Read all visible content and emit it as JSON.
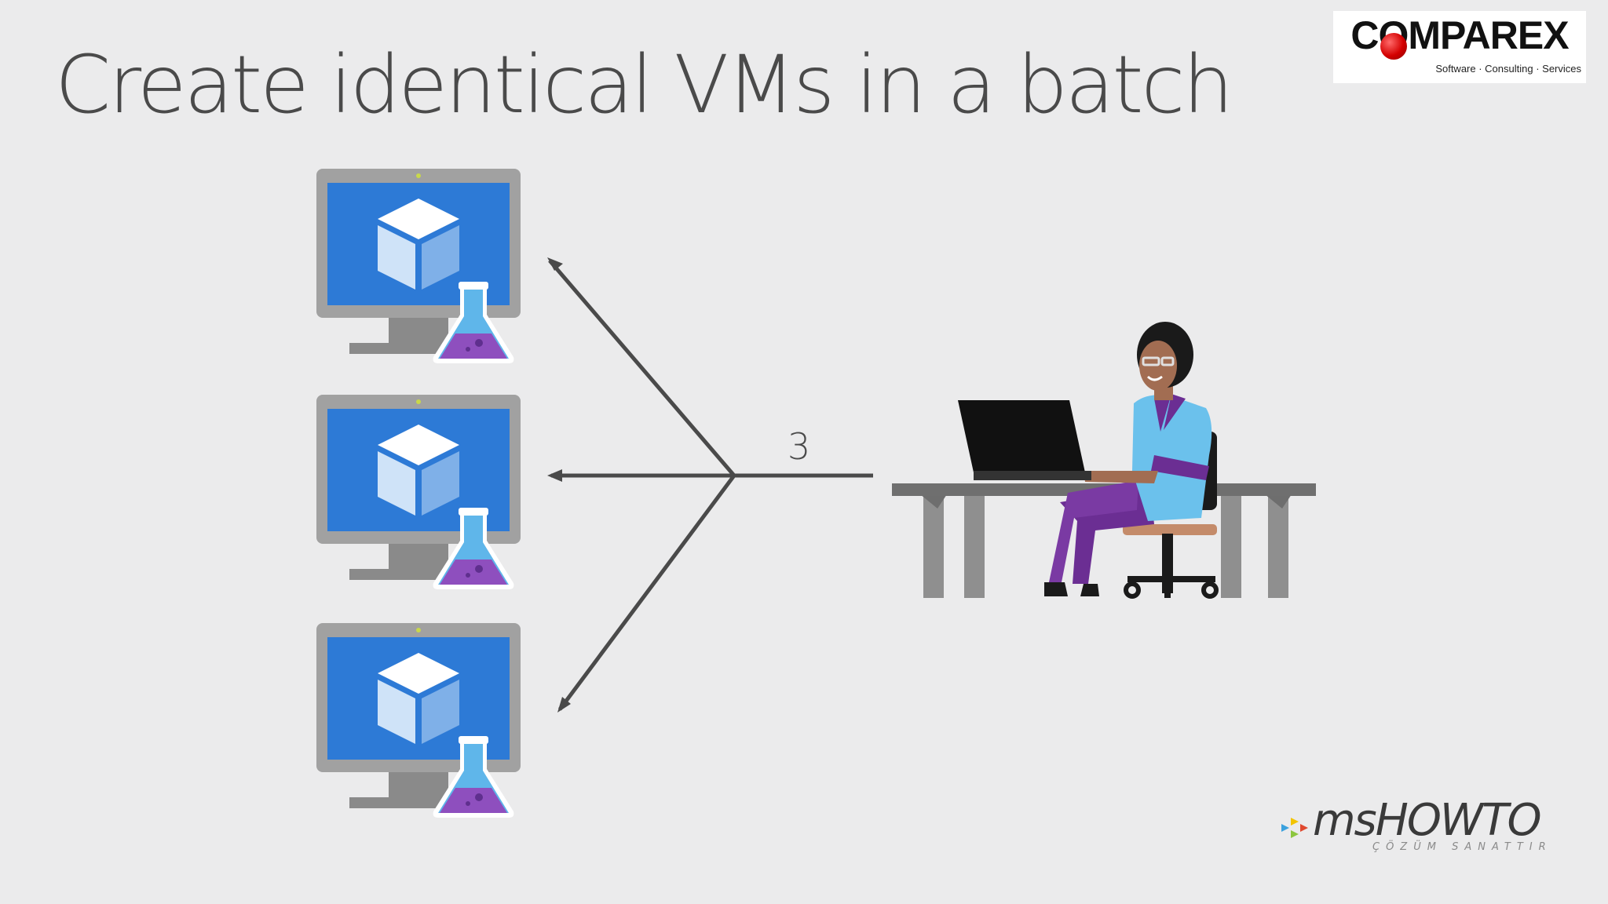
{
  "slide": {
    "title": "Create identical VMs in a batch",
    "count_label": "3"
  },
  "logos": {
    "comparex_name": "COMPAREX",
    "comparex_tagline": "Software · Consulting · Services",
    "mshowto_name": "msHOWTO",
    "mshowto_tagline": "ÇÖZÜM SANATTIR"
  },
  "diagram": {
    "vm_count": 3,
    "icons": [
      "vm-monitor-icon",
      "lab-flask-icon",
      "cube-icon",
      "person-icon",
      "laptop-icon",
      "desk-icon",
      "chair-icon"
    ]
  },
  "colors": {
    "background": "#ebebec",
    "monitor_frame": "#a1a1a1",
    "screen_blue": "#2d7ad6",
    "flask_blue": "#5fb6ea",
    "flask_liquid": "#8e4fbe",
    "arrow": "#4a4a4a",
    "shirt": "#6bc1ec",
    "pants": "#6b2e93",
    "desk": "#7a7a7a"
  }
}
